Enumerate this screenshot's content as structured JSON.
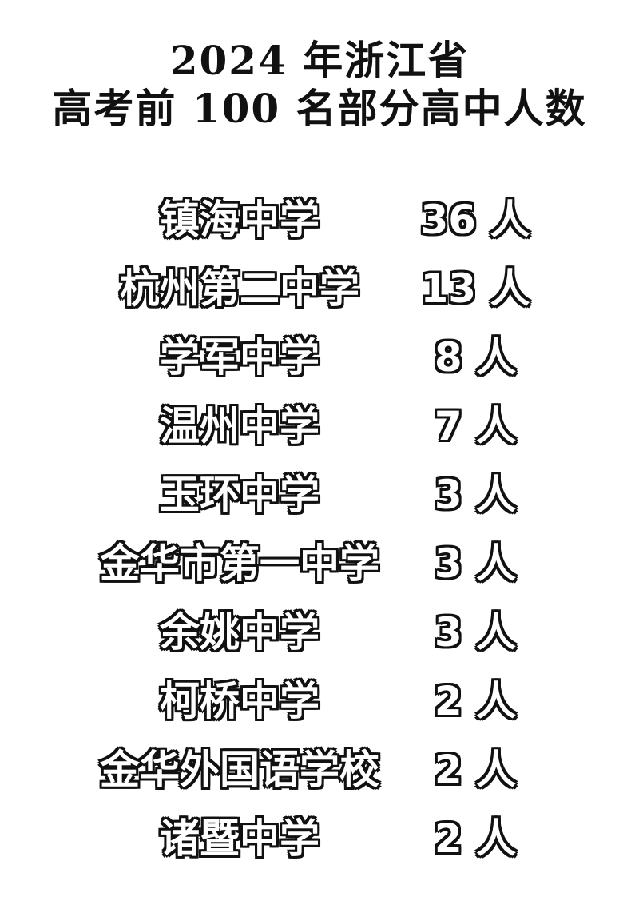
{
  "title": {
    "line1": "2024 年浙江省",
    "line2": "高考前 100 名部分高中人数"
  },
  "rows": [
    {
      "school": "镇海中学",
      "count": "36 人"
    },
    {
      "school": "杭州第二中学",
      "count": "13 人"
    },
    {
      "school": "学军中学",
      "count": "8 人"
    },
    {
      "school": "温州中学",
      "count": "7 人"
    },
    {
      "school": "玉环中学",
      "count": "3 人"
    },
    {
      "school": "金华市第一中学",
      "count": "3 人"
    },
    {
      "school": "余姚中学",
      "count": "3 人"
    },
    {
      "school": "柯桥中学",
      "count": "2 人"
    },
    {
      "school": "金华外国语学校",
      "count": "2 人"
    },
    {
      "school": "诸暨中学",
      "count": "2 人"
    }
  ],
  "colors": {
    "background": "#ffffff",
    "text_fill": "#ffffff",
    "text_outline": "#111111",
    "title": "#111111"
  }
}
